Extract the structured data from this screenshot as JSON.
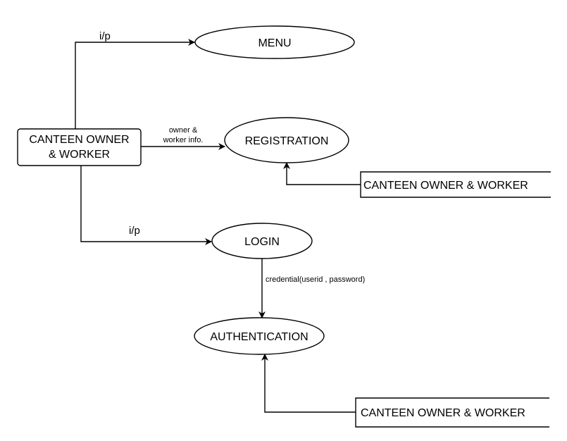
{
  "diagram": {
    "nodes": {
      "owner_main": [
        "CANTEEN OWNER",
        "& WORKER"
      ],
      "menu": "MENU",
      "registration": "REGISTRATION",
      "login": "LOGIN",
      "authentication": "AUTHENTICATION",
      "owner_store_1": "CANTEEN OWNER & WORKER",
      "owner_store_2": "CANTEEN OWNER & WORKER"
    },
    "edges": {
      "to_menu": "i/p",
      "to_registration": [
        "owner &",
        "worker info."
      ],
      "to_login": "i/p",
      "login_to_auth": "credential(userid , password)"
    }
  }
}
